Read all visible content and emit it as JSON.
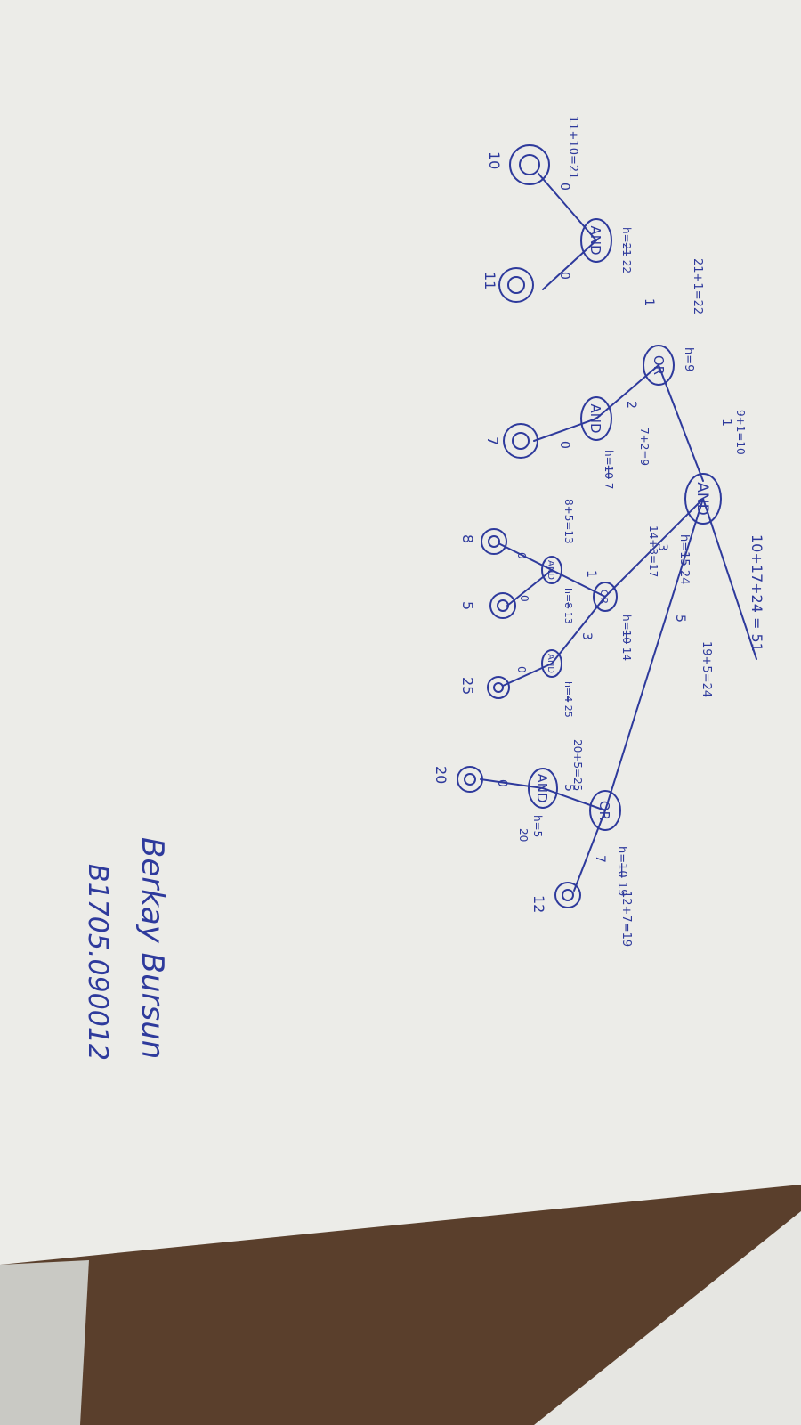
{
  "nodes": [
    {
      "id": "and_root",
      "label": "AND",
      "h_crossed": "15",
      "h": "24"
    },
    {
      "id": "or_left",
      "label": "OR",
      "h": "9"
    },
    {
      "id": "and_ll",
      "label": "AND",
      "h_crossed": "21",
      "h": "22"
    },
    {
      "id": "goal_ll1",
      "value": "10"
    },
    {
      "id": "goal_ll2",
      "value": "11"
    },
    {
      "id": "and_lr",
      "label": "AND",
      "h_crossed": "10",
      "h": "7"
    },
    {
      "id": "goal_lr",
      "value": "7"
    },
    {
      "id": "or_mid",
      "label": "OR",
      "h_crossed": "10",
      "h": "14"
    },
    {
      "id": "and_m1",
      "label": "AND",
      "h_crossed": "8",
      "h": "13"
    },
    {
      "id": "goal_m1a",
      "value": "8"
    },
    {
      "id": "goal_m1b",
      "value": "5"
    },
    {
      "id": "and_m2",
      "label": "AND",
      "h_crossed": "4",
      "h": "25"
    },
    {
      "id": "goal_m2",
      "value": "25"
    },
    {
      "id": "or_right",
      "label": "OR",
      "h_crossed": "10",
      "h": "19"
    },
    {
      "id": "and_r",
      "label": "AND",
      "h": "5",
      "h2": "20"
    },
    {
      "id": "goal_r1",
      "value": "20"
    },
    {
      "id": "goal_r2",
      "value": "12"
    }
  ],
  "edge_costs": {
    "root_or_left": "1",
    "root_or_mid": "3",
    "root_or_right": "5",
    "or_left_and_ll": "1",
    "or_left_and_lr": "2",
    "and_ll_goal1": "0",
    "and_ll_goal2": "0",
    "and_lr_goal": "0",
    "or_mid_and_m1": "1",
    "or_mid_and_m2": "3",
    "and_m1_goal_a": "0",
    "and_m1_goal_b": "0",
    "and_m2_goal": "0",
    "or_right_and_r": "5",
    "or_right_goal": "7",
    "and_r_goal": "0"
  },
  "calculations": {
    "total": "10+17+24 = 51",
    "right_branch": "19+5=24",
    "mid_branch": "14+3=17",
    "left_branch": "9+1=10",
    "or_left_calc": "21+1=22",
    "and_ll_calc": "11+10=21",
    "and_lr_calc": "7+2=9",
    "and_m1_calc": "8+5=13",
    "and_r_calc": "20+5=25",
    "or_right_calc": "12+7=19"
  },
  "signature": {
    "name": "Berkay Bursun",
    "student_id": "B1705.090012"
  },
  "colors": {
    "ink": "#2e3a9c",
    "paper": "#eeeeea",
    "desk": "#5a3f2c"
  }
}
